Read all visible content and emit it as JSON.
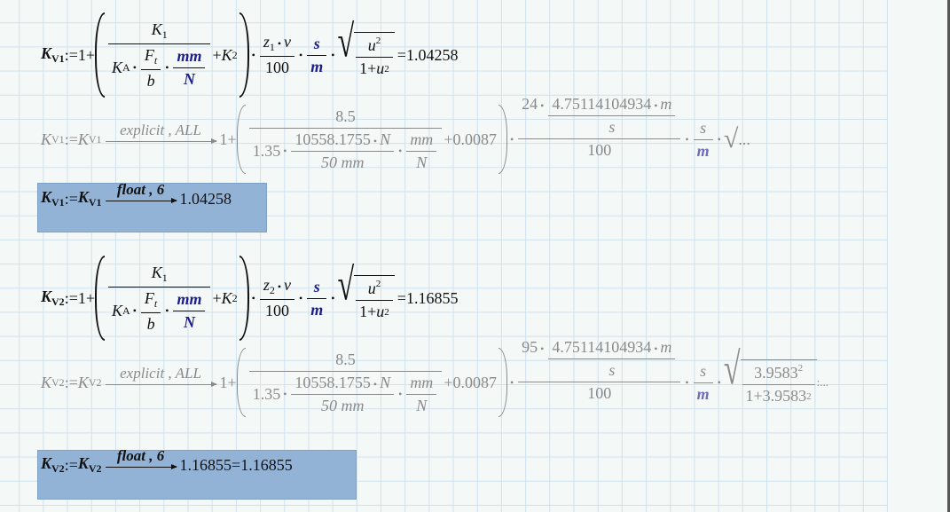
{
  "common": {
    "K": "K",
    "assign": ":=",
    "one": "1",
    "plus": "+",
    "eq": "=",
    "dot": "•",
    "K1_sub": "1",
    "K2_sub": "2",
    "KA_sub": "A",
    "F": "F",
    "t": "t",
    "b": "b",
    "mm": "mm",
    "N": "N",
    "v": "v",
    "z": "z",
    "hundred": "100",
    "s": "s",
    "m": "m",
    "u": "u",
    "sq": "2",
    "ellipsis": "..."
  },
  "eq1": {
    "sub": "V1",
    "z_sub": "1",
    "result": "1.04258"
  },
  "eq2": {
    "sub": "V1",
    "keyword": "explicit , ALL",
    "c85": "8.5",
    "c135": "1.35",
    "ft": "10558.1755",
    "b": "50 mm",
    "k2": "0.0087",
    "z": "24",
    "v": "4.75114104934"
  },
  "eq3": {
    "sub": "V1",
    "keyword": "float , 6",
    "result": "1.04258"
  },
  "eq4": {
    "sub": "V2",
    "z_sub": "2",
    "result": "1.16855"
  },
  "eq5": {
    "sub": "V2",
    "keyword": "explicit , ALL",
    "c85": "8.5",
    "c135": "1.35",
    "ft": "10558.1755",
    "b": "50 mm",
    "k2": "0.0087",
    "z": "95",
    "v": "4.75114104934",
    "u": "3.9583",
    "ellipsis": ":..."
  },
  "eq6": {
    "sub": "V2",
    "keyword": "float , 6",
    "result": "1.16855",
    "result2": "1.16855"
  },
  "colors": {
    "highlight": "#93b3d6",
    "unit": "#1c1c8c",
    "symbolic": "#8a8a8a",
    "background": "#f4f8f6",
    "grid": "#cfe2f0"
  }
}
